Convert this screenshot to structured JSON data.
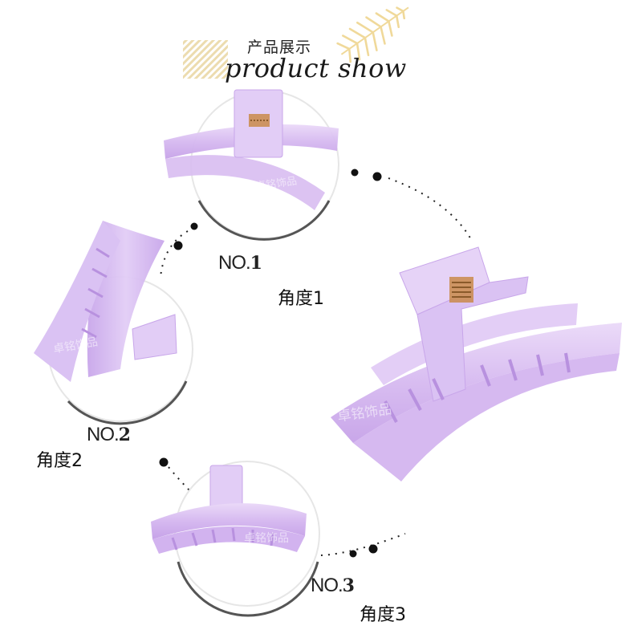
{
  "header": {
    "title_cn": "产品展示",
    "title_en": "product show"
  },
  "views": [
    {
      "no_prefix": "NO.",
      "no_number": "1",
      "angle": "角度1"
    },
    {
      "no_prefix": "NO.",
      "no_number": "2",
      "angle": "角度2"
    },
    {
      "no_prefix": "NO.",
      "no_number": "3",
      "angle": "角度3"
    }
  ],
  "watermark": "卓铭饰品",
  "colors": {
    "clip_light": "#e4cff6",
    "clip_mid": "#d2b3ef",
    "clip_dark": "#b891df",
    "accent_stripes": "#ead8a6",
    "leaf": "#f0d99a",
    "spring": "#c98a4a"
  }
}
